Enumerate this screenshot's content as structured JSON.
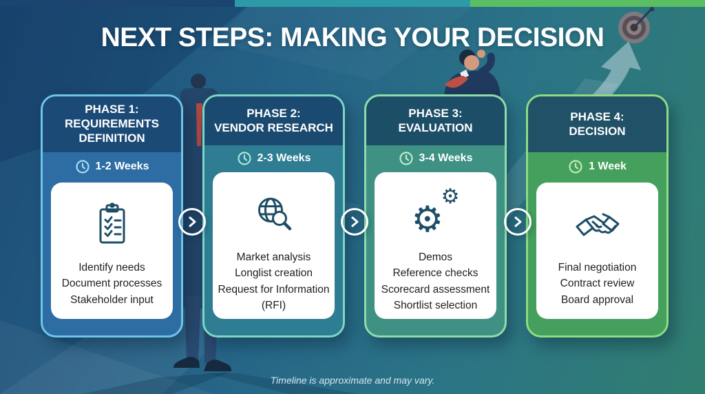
{
  "slide": {
    "title": "NEXT STEPS: MAKING YOUR DECISION",
    "footer_note": "Timeline is approximate and may vary."
  },
  "colors": {
    "top_strip": [
      "#1b4470",
      "#2d9aa8",
      "#5abf63"
    ],
    "background_top_left": "#1d4c77",
    "background_bottom_right": "#317e70",
    "card_body_text": "#1e1e1e",
    "icon_stroke": "#1d4e66",
    "connector": "#ffffff"
  },
  "phases": [
    {
      "title_lines": [
        "PHASE 1:",
        "REQUIREMENTS",
        "DEFINITION"
      ],
      "duration": "1-2 Weeks",
      "icon": "clipboard-checklist-icon",
      "items": [
        "Identify needs",
        "Document processes",
        "Stakeholder input"
      ],
      "accent_color": "#2e6da4",
      "border_color": "#6fc5e8",
      "header_color": "#1c4a76"
    },
    {
      "title_lines": [
        "PHASE 2:",
        "VENDOR RESEARCH"
      ],
      "duration": "2-3 Weeks",
      "icon": "globe-magnifier-icon",
      "items": [
        "Market analysis",
        "Longlist creation",
        "Request for Information (RFI)"
      ],
      "accent_color": "#2e7d93",
      "border_color": "#7dd7c4",
      "header_color": "#1b4a70"
    },
    {
      "title_lines": [
        "PHASE 3:",
        "EVALUATION"
      ],
      "duration": "3-4 Weeks",
      "icon": "gears-icon",
      "items": [
        "Demos",
        "Reference checks",
        "Scorecard assessment",
        "Shortlist selection"
      ],
      "accent_color": "#3e9183",
      "border_color": "#8fdcab",
      "header_color": "#1d4e67"
    },
    {
      "title_lines": [
        "PHASE 4:",
        "DECISION"
      ],
      "duration": "1 Week",
      "icon": "handshake-icon",
      "items": [
        "Final negotiation",
        "Contract review",
        "Board approval"
      ],
      "accent_color": "#44a05c",
      "border_color": "#8edc83",
      "header_color": "#205167"
    }
  ],
  "decorations": {
    "connector_icon": "chevron-right-circle-icon",
    "target_icon": "dartboard-arrow-icon",
    "figure_top": "businessman-looking-forward",
    "figure_bottom": "businessman-legs"
  },
  "gear_glyph": "⚙"
}
